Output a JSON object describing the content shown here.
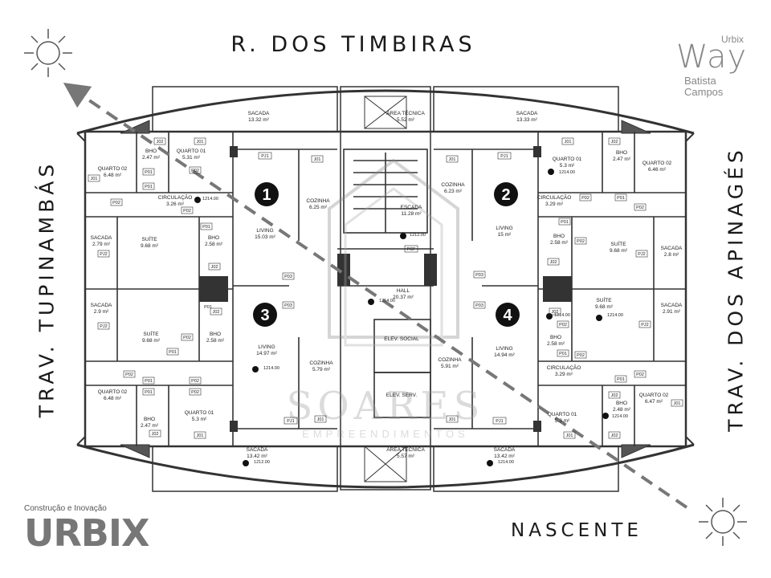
{
  "streets": {
    "top": "R. DOS TIMBIRAS",
    "bottom": "NASCENTE",
    "left": "TRAV. TUPINAMBÁS",
    "right": "TRAV. DOS APINAGÉS"
  },
  "branding": {
    "way_small": "Urbix",
    "way_big": "Way",
    "way_sub1": "Batista",
    "way_sub2": "Campos",
    "urbix_small": "Construção e Inovação",
    "urbix_big": "URBIX",
    "watermark_main": "SOARES",
    "watermark_sub": "EMPREENDIMENTOS"
  },
  "unit_numbers": [
    "1",
    "2",
    "3",
    "4"
  ],
  "rooms": [
    {
      "name": "SACADA",
      "area": "13.32 m²"
    },
    {
      "name": "ÁREA TÉCNICA",
      "area": "5.52 m²"
    },
    {
      "name": "SACADA",
      "area": "13.33 m²"
    },
    {
      "name": "QUARTO 02",
      "area": "6.48 m²"
    },
    {
      "name": "BHO",
      "area": "2.47 m²"
    },
    {
      "name": "QUARTO 01",
      "area": "5.31 m²"
    },
    {
      "name": "CIRCULAÇÃO",
      "area": "3.26 m²"
    },
    {
      "name": "LIVING",
      "area": "15.03 m²"
    },
    {
      "name": "COZINHA",
      "area": "6.25 m²"
    },
    {
      "name": "ESCADA",
      "area": "11.28 m²"
    },
    {
      "name": "COZINHA",
      "area": "6.23 m²"
    },
    {
      "name": "LIVING",
      "area": "15 m²"
    },
    {
      "name": "QUARTO 01",
      "area": "5.3 m²"
    },
    {
      "name": "BHO",
      "area": "2.47 m²"
    },
    {
      "name": "QUARTO 02",
      "area": "6.46 m²"
    },
    {
      "name": "CIRCULAÇÃO",
      "area": "3.29 m²"
    },
    {
      "name": "SACADA",
      "area": "2.79 m²"
    },
    {
      "name": "SUÍTE",
      "area": "9.68 m²"
    },
    {
      "name": "BHO",
      "area": "2.58 m²"
    },
    {
      "name": "BHO",
      "area": "2.58 m²"
    },
    {
      "name": "SUÍTE",
      "area": "9.68 m²"
    },
    {
      "name": "SACADA",
      "area": "2.8 m²"
    },
    {
      "name": "HALL",
      "area": "20.37 m²"
    },
    {
      "name": "SACADA",
      "area": "2.9 m²"
    },
    {
      "name": "SUÍTE",
      "area": "9.68 m²"
    },
    {
      "name": "BHO",
      "area": "2.58 m²"
    },
    {
      "name": "LIVING",
      "area": "14.97 m²"
    },
    {
      "name": "COZINHA",
      "area": "5.79 m²"
    },
    {
      "name": "ELEV. SOCIAL",
      "area": ""
    },
    {
      "name": "COZINHA",
      "area": "5.91 m²"
    },
    {
      "name": "LIVING",
      "area": "14.94 m²"
    },
    {
      "name": "SUÍTE",
      "area": "9.68 m²"
    },
    {
      "name": "BHO",
      "area": "2.58 m²"
    },
    {
      "name": "SACADA",
      "area": "2.91 m²"
    },
    {
      "name": "QUARTO 02",
      "area": "6.48 m²"
    },
    {
      "name": "BHO",
      "area": "2.47 m²"
    },
    {
      "name": "QUARTO 01",
      "area": "5.3 m²"
    },
    {
      "name": "ELEV. SERV.",
      "area": ""
    },
    {
      "name": "CIRCULAÇÃO",
      "area": "3.29 m²"
    },
    {
      "name": "QUARTO 01",
      "area": "5.3 m²"
    },
    {
      "name": "BHO",
      "area": "2.48 m²"
    },
    {
      "name": "QUARTO 02",
      "area": "6.47 m²"
    },
    {
      "name": "SACADA",
      "area": "13.42 m²"
    },
    {
      "name": "ÁREA TÉCNICA",
      "area": "5.57 m²"
    },
    {
      "name": "SACADA",
      "area": "13.42 m²"
    }
  ],
  "level_marks": [
    "1214.00",
    "1214.00",
    "1212.00",
    "1214.00",
    "1214.00",
    "1214.00",
    "1214.00",
    "1212.00",
    "1214.00",
    "1214.00"
  ],
  "tags": [
    "J02",
    "J01",
    "PJ1",
    "J01",
    "J01",
    "PJ1",
    "J01",
    "J02",
    "P01",
    "P02",
    "P01",
    "P02",
    "P02",
    "P01",
    "P02",
    "P02",
    "J01",
    "P01",
    "P01",
    "PJ2",
    "P02",
    "PJ2",
    "J02",
    "J02",
    "P03",
    "P03",
    "PCF",
    "P03",
    "P03",
    "P01",
    "P02",
    "P02",
    "PJ2",
    "J02",
    "J02",
    "P02",
    "PJ2",
    "P01",
    "P02",
    "P01",
    "P01",
    "P02",
    "PJ1",
    "J01",
    "J01",
    "PJ1",
    "P01",
    "P02",
    "J01",
    "J02",
    "J01",
    "J02",
    "J01",
    "J02",
    "P01",
    "P02"
  ]
}
